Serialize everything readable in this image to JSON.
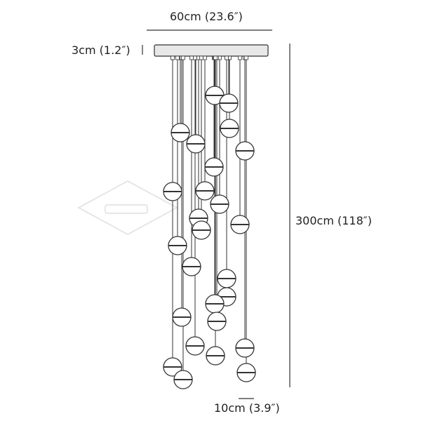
{
  "dimensions": {
    "width": "60cm (23.6″)",
    "canopy_height": "3cm (1.2″)",
    "total_height": "300cm (118″)",
    "ball_diameter": "10cm (3.9″)"
  },
  "colors": {
    "line": "#333333",
    "canopy_fill": "#e8e8e8",
    "ball_fill": "#ffffff",
    "watermark": "#e6e6e6"
  }
}
